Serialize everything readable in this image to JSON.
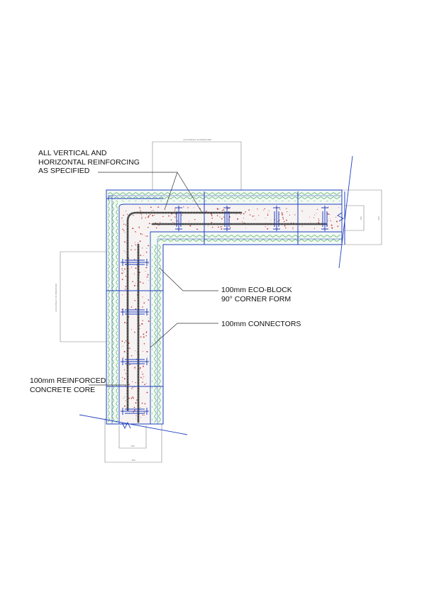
{
  "labels": {
    "reinforcing": "ALL VERTICAL AND\nHORIZONTAL REINFORCING\nAS SPECIFIED",
    "corner_form": "100mm ECO-BLOCK\n90° CORNER FORM",
    "connectors": "100mm CONNECTORS",
    "concrete_core": "100mm REINFORCED\nCONCRETE CORE"
  },
  "dimensions": {
    "top": "LIN AS BUILT AS SPECIFIED",
    "left": "LIN AS BUILT AS SPECIFIED",
    "bottom_inner": "100",
    "bottom_outer": "300",
    "right_inner": "100",
    "right_outer": "300"
  },
  "colors": {
    "outline": "#1f3fbf",
    "insulation_wave": "#4aa55a",
    "insulation_fill": "#f2faf3",
    "concrete_fill": "#f7f3f3",
    "aggregate": "#c23a3a",
    "rebar": "#3a3a3a",
    "connector": "#1f3fbf",
    "dim_line": "#808080",
    "leader": "#333333"
  }
}
